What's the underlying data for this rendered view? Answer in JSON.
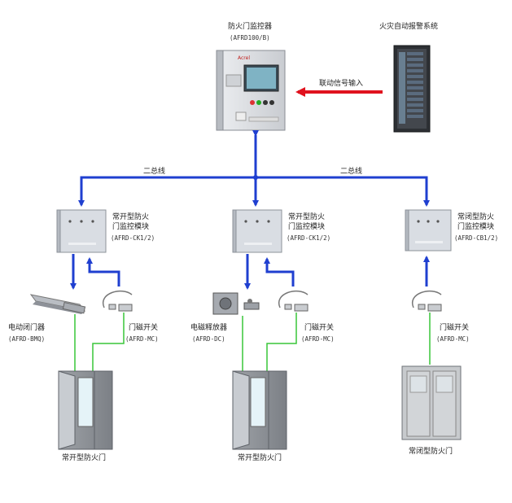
{
  "controller": {
    "title": "防火门监控器",
    "model": "(AFRD100/B)",
    "brand": "Acrel"
  },
  "alarm_system": {
    "title": "火灾自动报警系统"
  },
  "linkage_label": "联动信号输入",
  "bus_left": "二总线",
  "bus_right": "二总线",
  "modules": [
    {
      "title": "常开型防火",
      "title2": "门监控模块",
      "model": "(AFRD-CK1/2)"
    },
    {
      "title": "常开型防火",
      "title2": "门监控模块",
      "model": "(AFRD-CK1/2)"
    },
    {
      "title": "常闭型防火",
      "title2": "门监控模块",
      "model": "(AFRD-CB1/2)"
    }
  ],
  "devices": {
    "closer": {
      "title": "电动闭门器",
      "model": "(AFRD-BMQ)"
    },
    "magnetic_switch_1": {
      "title": "门磁开关",
      "model": "(AFRD-MC)"
    },
    "release": {
      "title": "电磁释放器",
      "model": "(AFRD-DC)"
    },
    "magnetic_switch_2": {
      "title": "门磁开关",
      "model": "(AFRD-MC)"
    },
    "magnetic_switch_3": {
      "title": "门磁开关",
      "model": "(AFRD-MC)"
    }
  },
  "doors": [
    {
      "label": "常开型防火门"
    },
    {
      "label": "常开型防火门"
    },
    {
      "label": "常闭型防火门"
    }
  ],
  "colors": {
    "bus": "#1f3fd0",
    "signal": "#e0121e",
    "wire": "#39c639"
  }
}
